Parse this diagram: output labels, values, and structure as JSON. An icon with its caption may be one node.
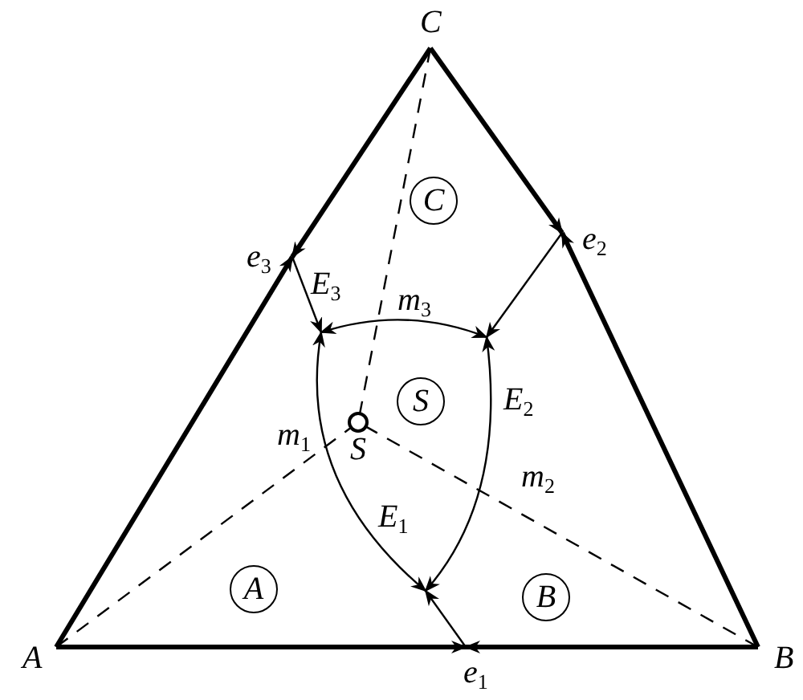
{
  "diagram": {
    "nodes": [
      {
        "text": [
          "C"
        ]
      },
      {
        "text": [
          "e$_{3}$"
        ]
      },
      {
        "text": [
          "e$_{2}$"
        ]
      },
      {
        "text": [
          "C"
        ]
      },
      {
        "text": [
          "E$_{3}$"
        ]
      },
      {
        "text": [
          "E$_{2}$"
        ]
      },
      {
        "text": [
          "S"
        ]
      },
      {
        "text": [
          "S"
        ]
      },
      {
        "text": [
          "E$_{1}$"
        ]
      },
      {
        "text": [
          "A"
        ]
      },
      {
        "text": [
          "B"
        ]
      },
      {
        "text": [
          "A"
        ]
      },
      {
        "text": [
          "e$_{1}$"
        ]
      },
      {
        "text": [
          "B"
        ]
      }
    ],
    "edges": [
      {
        "from": 0,
        "to": 1,
        "arrow": "to",
        "style": "thick"
      },
      {
        "from": 11,
        "to": 1,
        "arrow": "to",
        "style": "thick"
      },
      {
        "from": 0,
        "to": 2,
        "arrow": "to",
        "style": "thick"
      },
      {
        "from": 13,
        "to": 2,
        "arrow": "to",
        "style": "thick"
      },
      {
        "from": 11,
        "to": 12,
        "arrow": "to",
        "style": "thick"
      },
      {
        "from": 13,
        "to": 12,
        "arrow": "to",
        "style": "thick"
      },
      {
        "from": 1,
        "to": 4,
        "arrow": "to"
      },
      {
        "from": 2,
        "to": 5,
        "arrow": "to"
      },
      {
        "from": 12,
        "to": 8,
        "arrow": "to"
      },
      {
        "from": 4,
        "to": 5,
        "arrow": "both",
        "label": "m$_{3}$"
      },
      {
        "from": 4,
        "to": 8,
        "arrow": "both",
        "label": "m$_{1}$"
      },
      {
        "from": 5,
        "to": 8,
        "arrow": "both",
        "label": "m$_{2}$"
      },
      {
        "from": 0,
        "to": 7,
        "arrow": "none",
        "style": "dashed"
      },
      {
        "from": 11,
        "to": 7,
        "arrow": "none",
        "style": "dashed"
      },
      {
        "from": 13,
        "to": 7,
        "arrow": "none",
        "style": "dashed"
      }
    ]
  }
}
